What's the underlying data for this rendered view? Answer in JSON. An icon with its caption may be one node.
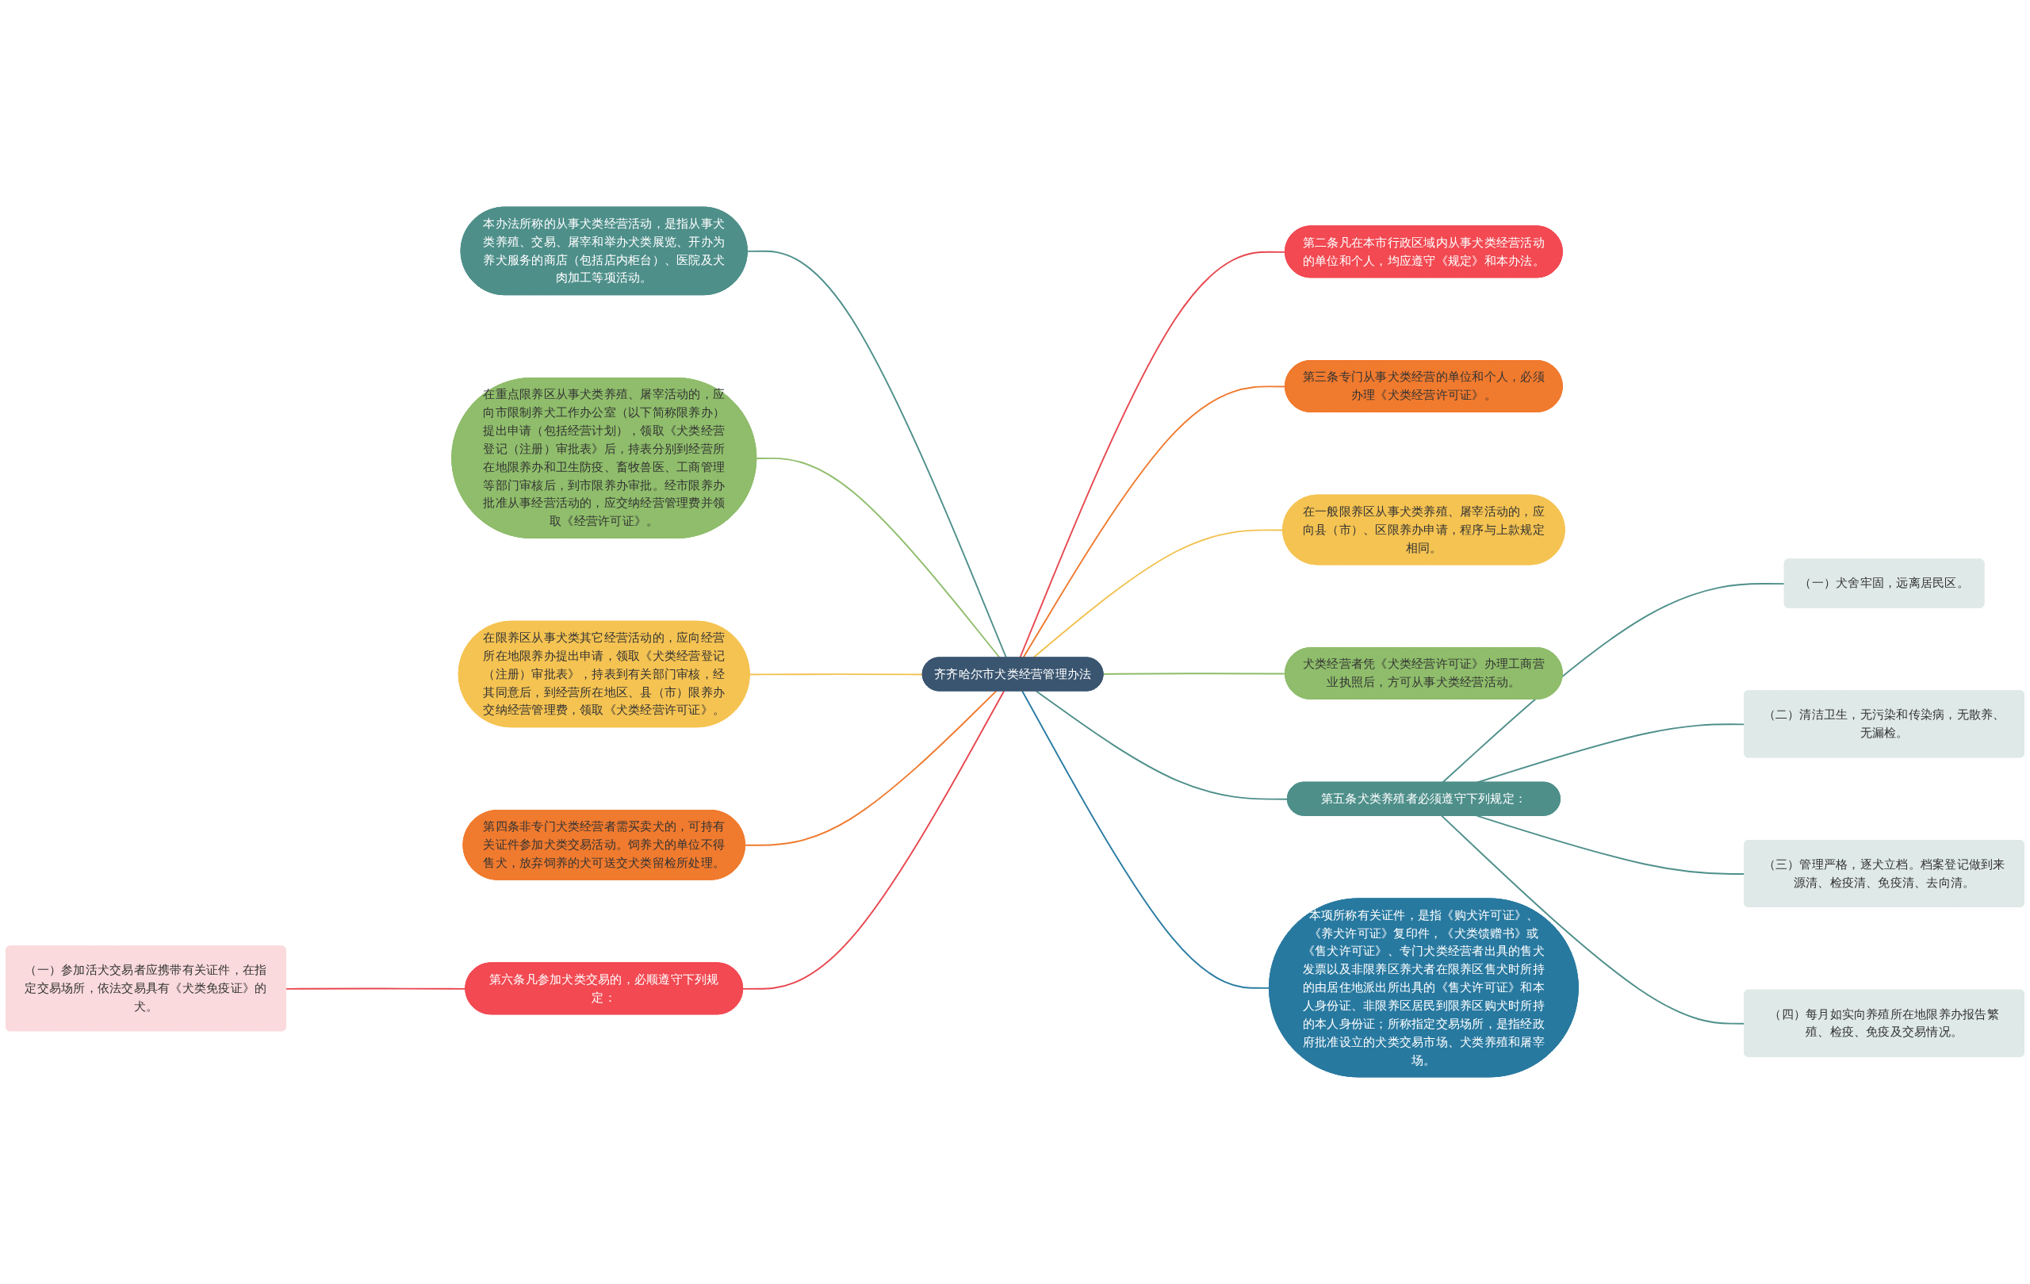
{
  "diagram": {
    "nodes": [
      {
        "text": [
          "齐齐哈尔市犬类经营管理办法"
        ]
      },
      {
        "text": [
          "第二条凡在本市行政区域内从事犬类经营活动的单位和个人，均应遵守《规定》和本办法。"
        ]
      },
      {
        "text": [
          "第三条专门从事犬类经营的单位和个人，必须办理《犬类经营许可证》。"
        ]
      },
      {
        "text": [
          "在一般限养区从事犬类养殖、屠宰活动的，应向县（市）、区限养办申请，程序与上款规定相同。"
        ]
      },
      {
        "text": [
          "犬类经营者凭《犬类经营许可证》办理工商营业执照后，方可从事犬类经营活动。"
        ]
      },
      {
        "text": [
          "第五条犬类养殖者必须遵守下列规定："
        ]
      },
      {
        "text": [
          "（一）犬舍牢固，远离居民区。"
        ]
      },
      {
        "text": [
          "（二）清洁卫生，无污染和传染病，无散养、无漏检。"
        ]
      },
      {
        "text": [
          "（三）管理严格，逐犬立档。档案登记做到来源清、检疫清、免疫清、去向清。"
        ]
      },
      {
        "text": [
          "（四）每月如实向养殖所在地限养办报告繁殖、检疫、免疫及交易情况。"
        ]
      },
      {
        "text": [
          "本项所称有关证件，是指《购犬许可证》、《养犬许可证》复印件，《犬类馈赠书》或《售犬许可证》、专门犬类经营者出具的售犬发票以及非限养区养犬者在限养区售犬时所持的由居住地派出所出具的《售犬许可证》和本人身份证、非限养区居民到限养区购犬时所持的本人身份证；所称指定交易场所，是指经政府批准设立的犬类交易市场、犬类养殖和屠宰场。"
        ]
      },
      {
        "text": [
          "本办法所称的从事犬类经营活动，是指从事犬类养殖、交易、屠宰和举办犬类展览、开办为养犬服务的商店（包括店内柜台）、医院及犬肉加工等项活动。"
        ]
      },
      {
        "text": [
          "在重点限养区从事犬类养殖、屠宰活动的，应向市限制养犬工作办公室（以下简称限养办）提出申请（包括经营计划），领取《犬类经营登记（注册）审批表》后，持表分别到经营所在地限养办和卫生防疫、畜牧兽医、工商管理等部门审核后，到市限养办审批。经市限养办批准从事经营活动的，应交纳经营管理费并领取《经营许可证》。"
        ]
      },
      {
        "text": [
          "在限养区从事犬类其它经营活动的，应向经营所在地限养办提出申请，领取《犬类经营登记（注册）审批表》，持表到有关部门审核，经其同意后，到经营所在地区、县（市）限养办交纳经营管理费，领取《犬类经营许可证》。"
        ]
      },
      {
        "text": [
          "第四条非专门犬类经营者需买卖犬的，可持有关证件参加犬类交易活动。饲养犬的单位不得售犬，放弃饲养的犬可送交犬类留检所处理。"
        ]
      },
      {
        "text": [
          "第六条凡参加犬类交易的，必顺遵守下列规定："
        ]
      },
      {
        "text": [
          "（一）参加活犬交易者应携带有关证件，在指定交易场所，依法交易具有《犬类免疫证》的犬。"
        ]
      }
    ],
    "edges": [
      {
        "from": 0,
        "to": 1,
        "arrow": "none",
        "color": "#e8474f"
      },
      {
        "from": 0,
        "to": 2,
        "arrow": "none",
        "color": "#f07a2e"
      },
      {
        "from": 0,
        "to": 3,
        "arrow": "none",
        "color": "#f2c14e"
      },
      {
        "from": 0,
        "to": 4,
        "arrow": "none",
        "color": "#8fbd6b"
      },
      {
        "from": 0,
        "to": 5,
        "arrow": "none",
        "color": "#4e8f8a"
      },
      {
        "from": 5,
        "to": 6,
        "arrow": "none",
        "color": "#4e8f8a"
      },
      {
        "from": 5,
        "to": 7,
        "arrow": "none",
        "color": "#4e8f8a"
      },
      {
        "from": 5,
        "to": 8,
        "arrow": "none",
        "color": "#4e8f8a"
      },
      {
        "from": 5,
        "to": 9,
        "arrow": "none",
        "color": "#4e8f8a"
      },
      {
        "from": 0,
        "to": 10,
        "arrow": "none",
        "color": "#2a7ca3"
      },
      {
        "from": 0,
        "to": 11,
        "arrow": "none",
        "color": "#4e8f8a"
      },
      {
        "from": 0,
        "to": 12,
        "arrow": "none",
        "color": "#8fbd6b"
      },
      {
        "from": 0,
        "to": 13,
        "arrow": "none",
        "color": "#f2c14e"
      },
      {
        "from": 0,
        "to": 14,
        "arrow": "none",
        "color": "#f07a2e"
      },
      {
        "from": 0,
        "to": 15,
        "arrow": "none",
        "color": "#e8474f"
      },
      {
        "from": 15,
        "to": 16,
        "arrow": "none",
        "color": "#e8474f"
      }
    ]
  }
}
